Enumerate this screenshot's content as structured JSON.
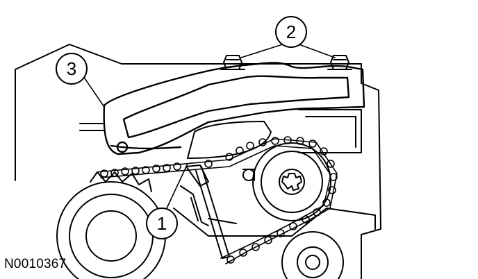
{
  "figure": {
    "id": "N0010367",
    "callouts": {
      "c1": "1",
      "c2": "2",
      "c3": "3"
    },
    "line_color": "#000000",
    "background": "#ffffff"
  }
}
